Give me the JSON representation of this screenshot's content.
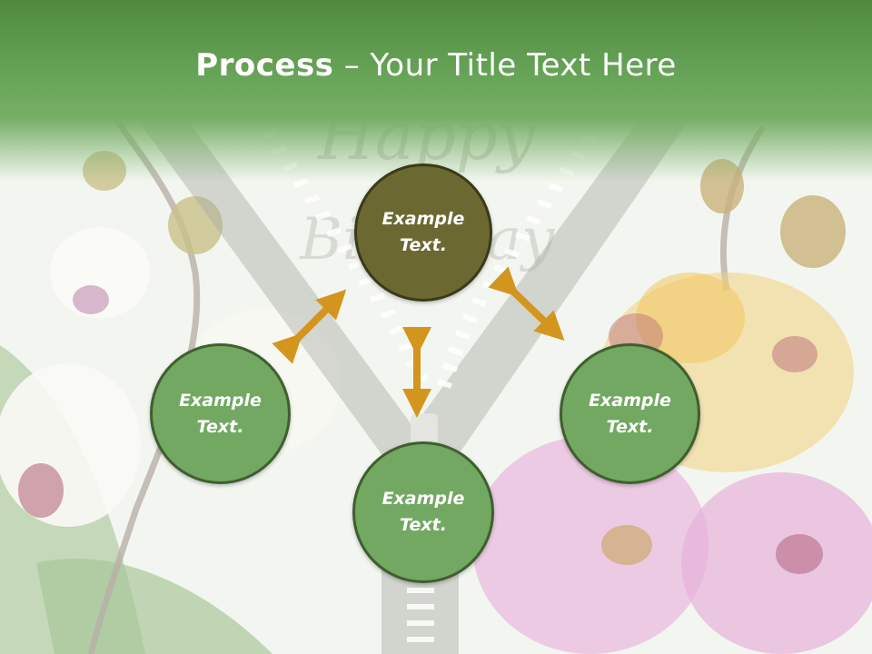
{
  "slide": {
    "title_bold": "Process",
    "title_rest": " – Your Title Text Here"
  },
  "nodes": [
    {
      "id": "top",
      "line1": "Example",
      "line2": "Text."
    },
    {
      "id": "left",
      "line1": "Example",
      "line2": "Text."
    },
    {
      "id": "right",
      "line1": "Example",
      "line2": "Text."
    },
    {
      "id": "bottom",
      "line1": "Example",
      "line2": "Text."
    }
  ],
  "colors": {
    "header_green": "#4f8a3f",
    "node_green": "#72a862",
    "node_dark": "#6b6832",
    "arrow": "#d4951f"
  },
  "background": {
    "decoration_text": "Happy Birthday",
    "motif": "orchids-and-zipper"
  }
}
